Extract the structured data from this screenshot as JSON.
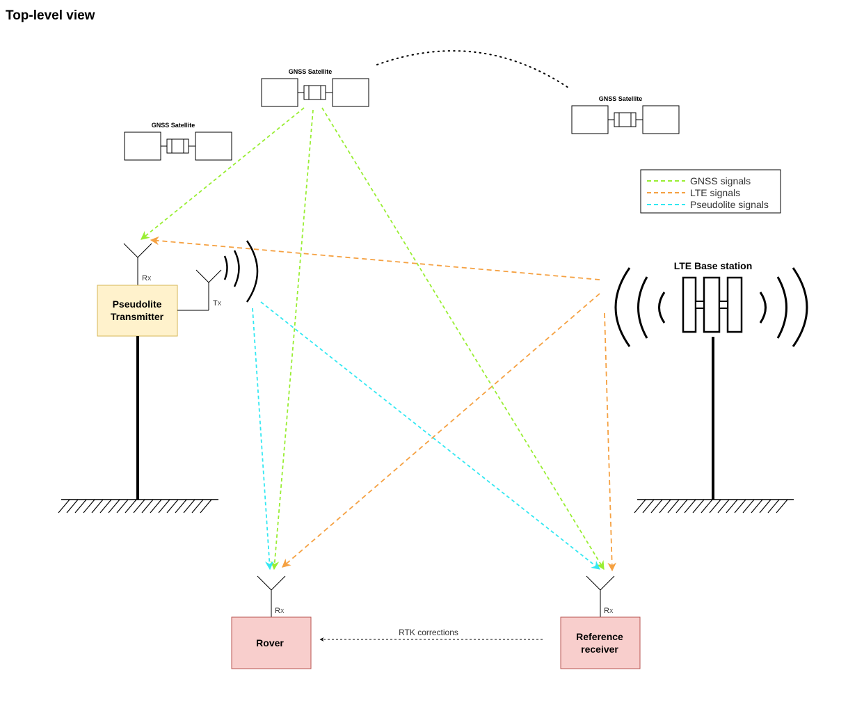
{
  "title": "Top-level view",
  "satellites": [
    {
      "label": "GNSS Satellite"
    },
    {
      "label": "GNSS Satellite"
    },
    {
      "label": "GNSS Satellite"
    }
  ],
  "pseudolite": {
    "line1": "Pseudolite",
    "line2": "Transmitter",
    "fill": "#FFF2CC",
    "stroke": "#D6B656"
  },
  "rover": {
    "label": "Rover",
    "fill": "#F8CECC",
    "stroke": "#B85450"
  },
  "reference": {
    "line1": "Reference",
    "line2": "receiver",
    "fill": "#F8CECC",
    "stroke": "#B85450"
  },
  "antenna_labels": {
    "rx": "R",
    "rx_sub": "X",
    "tx": "T",
    "tx_sub": "X"
  },
  "lte": {
    "label": "LTE Base station"
  },
  "rtk": {
    "label": "RTK corrections"
  },
  "legend": {
    "items": [
      {
        "label": "GNSS signals",
        "color": "#99EE33"
      },
      {
        "label": "LTE signals",
        "color": "#F5A142"
      },
      {
        "label": "Pseudolite signals",
        "color": "#33E8F2"
      }
    ]
  },
  "colors": {
    "gnss": "#99EE33",
    "lte": "#F5A142",
    "pseudolite": "#33E8F2"
  }
}
